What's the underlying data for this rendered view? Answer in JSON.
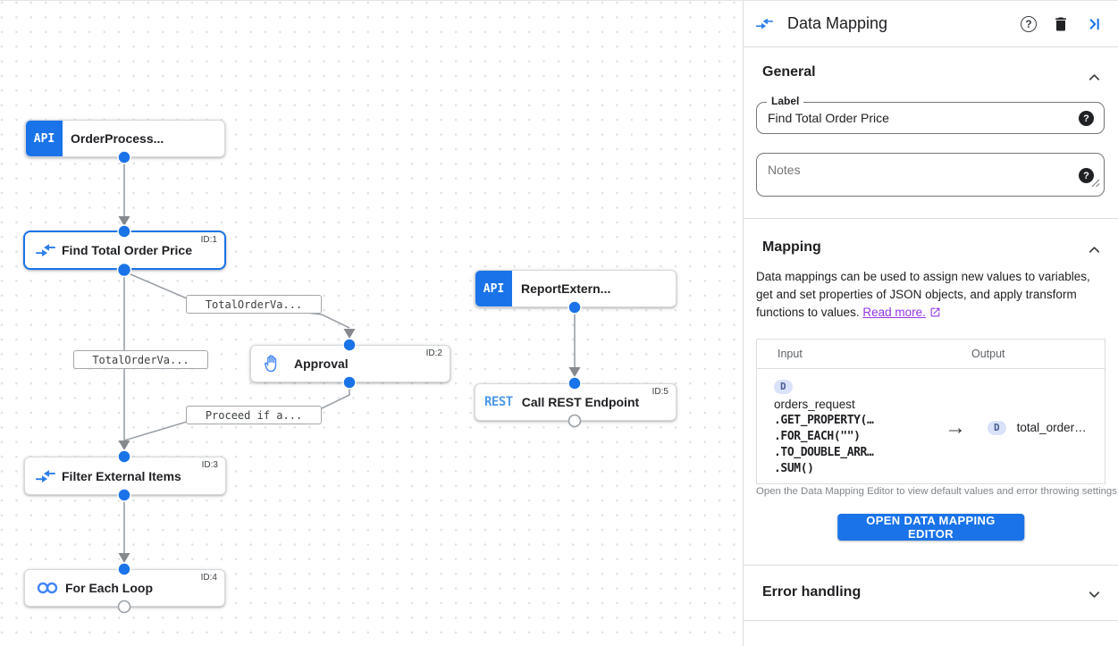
{
  "canvas": {
    "nodes": [
      {
        "label": "OrderProcess...",
        "badge": "API"
      },
      {
        "label": "Find Total Order Price",
        "id": "ID:1"
      },
      {
        "label": "ReportExtern...",
        "badge": "API"
      },
      {
        "label": "Approval",
        "id": "ID:2"
      },
      {
        "label": "Call REST Endpoint",
        "id": "ID:5",
        "badge": "REST"
      },
      {
        "label": "Filter External Items",
        "id": "ID:3"
      },
      {
        "label": "For Each Loop",
        "id": "ID:4"
      }
    ],
    "edge_labels": [
      "TotalOrderVa...",
      "TotalOrderVa...",
      "Proceed if a..."
    ]
  },
  "panel": {
    "title": "Data Mapping",
    "help_glyph": "?",
    "sections": {
      "general": "General",
      "mapping": "Mapping",
      "error": "Error handling"
    },
    "label_field": {
      "label": "Label",
      "value": "Find Total Order Price"
    },
    "notes_field": {
      "placeholder": "Notes"
    },
    "mapping_desc": "Data mappings can be used to assign new values to variables, get and set properties of JSON objects, and apply transform functions to values.",
    "read_more": "Read more.",
    "table": {
      "input_header": "Input",
      "output_header": "Output",
      "arrow": "→",
      "input": {
        "badge": "D",
        "var": "orders_request",
        "functions": [
          ".GET_PROPERTY(…",
          ".FOR_EACH(\"\")",
          ".TO_DOUBLE_ARR…",
          ".SUM()"
        ]
      },
      "output": {
        "badge": "D",
        "var": "total_order…"
      }
    },
    "editor_hint": "Open the Data Mapping Editor to view default values and error throwing settings.",
    "open_editor_button": "OPEN DATA MAPPING EDITOR"
  },
  "colors": {
    "accent": "#1a73e8",
    "link": "#9334e6",
    "edge": "#9aa0a6"
  }
}
